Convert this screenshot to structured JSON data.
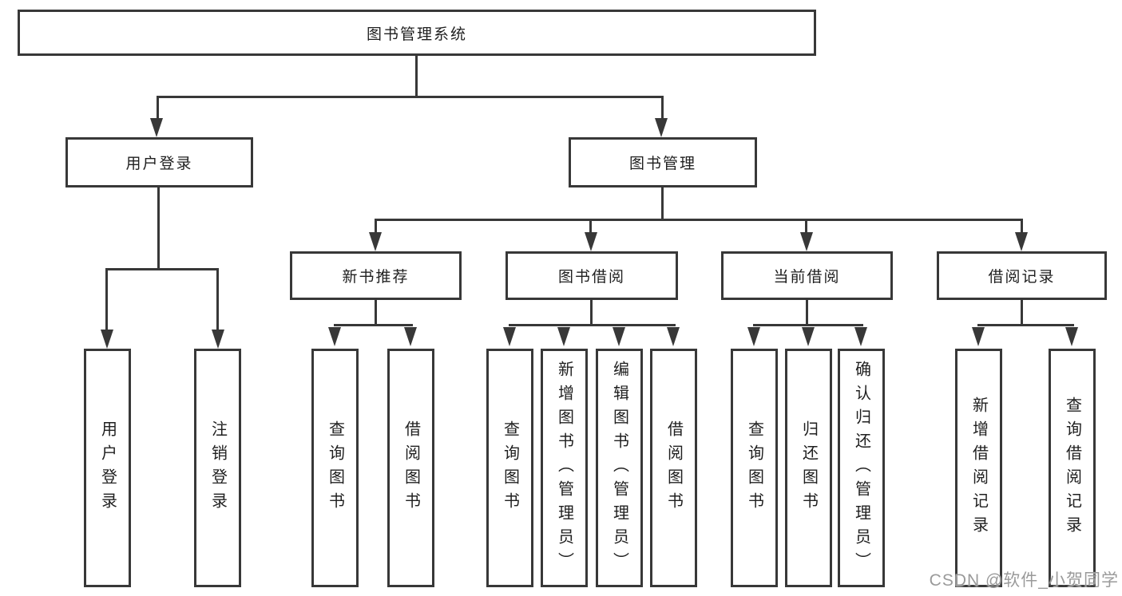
{
  "diagram": {
    "root": {
      "label": "图书管理系统"
    },
    "branches": [
      {
        "label": "用户登录",
        "children": [
          {
            "label": "用户登录"
          },
          {
            "label": "注销登录"
          }
        ]
      },
      {
        "label": "图书管理",
        "groups": [
          {
            "label": "新书推荐",
            "children": [
              {
                "label": "查询图书"
              },
              {
                "label": "借阅图书"
              }
            ]
          },
          {
            "label": "图书借阅",
            "children": [
              {
                "label": "查询图书"
              },
              {
                "label": "新增图书（管理员）"
              },
              {
                "label": "编辑图书（管理员）"
              },
              {
                "label": "借阅图书"
              }
            ]
          },
          {
            "label": "当前借阅",
            "children": [
              {
                "label": "查询图书"
              },
              {
                "label": "归还图书"
              },
              {
                "label": "确认归还（管理员）"
              }
            ]
          },
          {
            "label": "借阅记录",
            "children": [
              {
                "label": "新增借阅记录"
              },
              {
                "label": "查询借阅记录"
              }
            ]
          }
        ]
      }
    ]
  },
  "watermark": {
    "text": "CSDN @软件_小贺同学",
    "color": "#9a9a9a"
  },
  "style": {
    "line_color": "#383838",
    "box_border_color": "#383838",
    "text_color": "#1f1f1f",
    "background_color": "#ffffff"
  }
}
